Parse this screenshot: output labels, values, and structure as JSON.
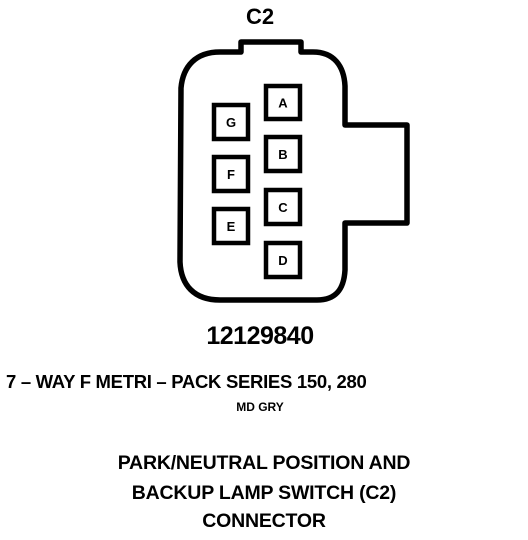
{
  "connector": {
    "cavity_label": "C2",
    "part_number": "12129840",
    "series": "7 – WAY F METRI – PACK SERIES 150, 280",
    "color": "MD GRY",
    "pins": [
      "A",
      "B",
      "C",
      "D",
      "E",
      "F",
      "G"
    ]
  },
  "title": {
    "line1": "PARK/NEUTRAL POSITION AND",
    "line2": "BACKUP LAMP SWITCH (C2)",
    "line3": "CONNECTOR"
  }
}
